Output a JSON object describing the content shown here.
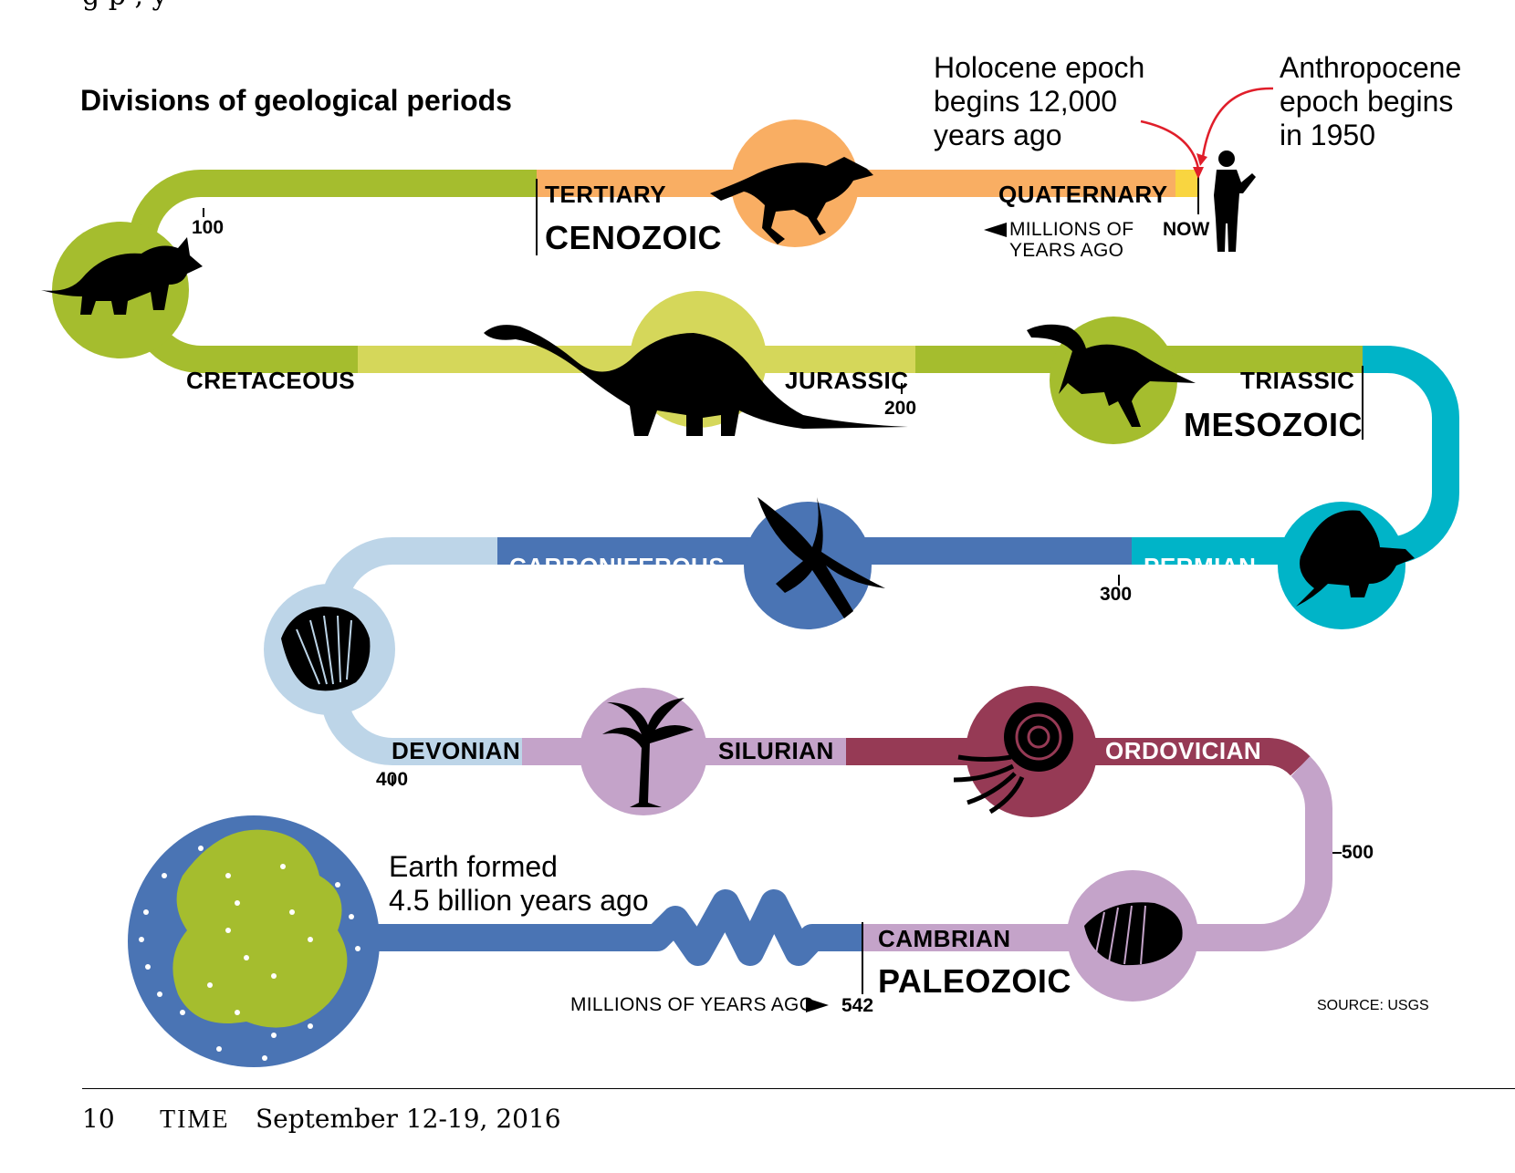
{
  "header_text_fragment": "g       p                         ,                  y",
  "title": "Divisions of geological periods",
  "colors": {
    "cenozoic": "#f9ae63",
    "quaternary_now": "#f9d540",
    "cretaceous_green": "#a5bd2e",
    "cretaceous_light": "#d5d75a",
    "permian": "#00b4c8",
    "carboniferous": "#4a74b4",
    "devonian": "#bdd5e8",
    "silurian": "#c4a3c9",
    "ordovician": "#963a55",
    "cambrian": "#c4a3c9",
    "precambrian": "#4a74b4",
    "arrow_red": "#e01e2a"
  },
  "periods": {
    "tertiary": "TERTIARY",
    "quaternary": "QUATERNARY",
    "cretaceous": "CRETACEOUS",
    "jurassic": "JURASSIC",
    "triassic": "TRIASSIC",
    "permian": "PERMIAN",
    "carboniferous": "CARBONIFEROUS",
    "devonian": "DEVONIAN",
    "silurian": "SILURIAN",
    "ordovician": "ORDOVICIAN",
    "cambrian": "CAMBRIAN"
  },
  "eras": {
    "cenozoic": "CENOZOIC",
    "mesozoic": "MESOZOIC",
    "paleozoic": "PALEOZOIC"
  },
  "ticks": {
    "t100": "100",
    "t200": "200",
    "t300": "300",
    "t400": "400",
    "t500": "500",
    "t542": "542",
    "now": "NOW"
  },
  "annotations": {
    "holocene": [
      "Holocene epoch",
      "begins 12,000",
      "years ago"
    ],
    "anthropocene": [
      "Anthropocene",
      "epoch begins",
      "in 1950"
    ],
    "earth": [
      "Earth formed",
      "4.5 billion years ago"
    ],
    "mya_top": [
      "MILLIONS OF",
      "YEARS AGO"
    ],
    "mya_bottom": "MILLIONS OF YEARS AGO",
    "source": "SOURCE: USGS"
  },
  "icons": [
    "triceratops-icon",
    "horse-icon",
    "brontosaurus-icon",
    "coelophysis-icon",
    "dimetrodon-icon",
    "dragonfly-icon",
    "shell-icon",
    "fern-tree-icon",
    "nautilus-icon",
    "trilobite-icon",
    "earth-icon",
    "human-icon"
  ],
  "footer": {
    "page_number": "10",
    "magazine": "TIME",
    "date": "September 12-19, 2016"
  }
}
